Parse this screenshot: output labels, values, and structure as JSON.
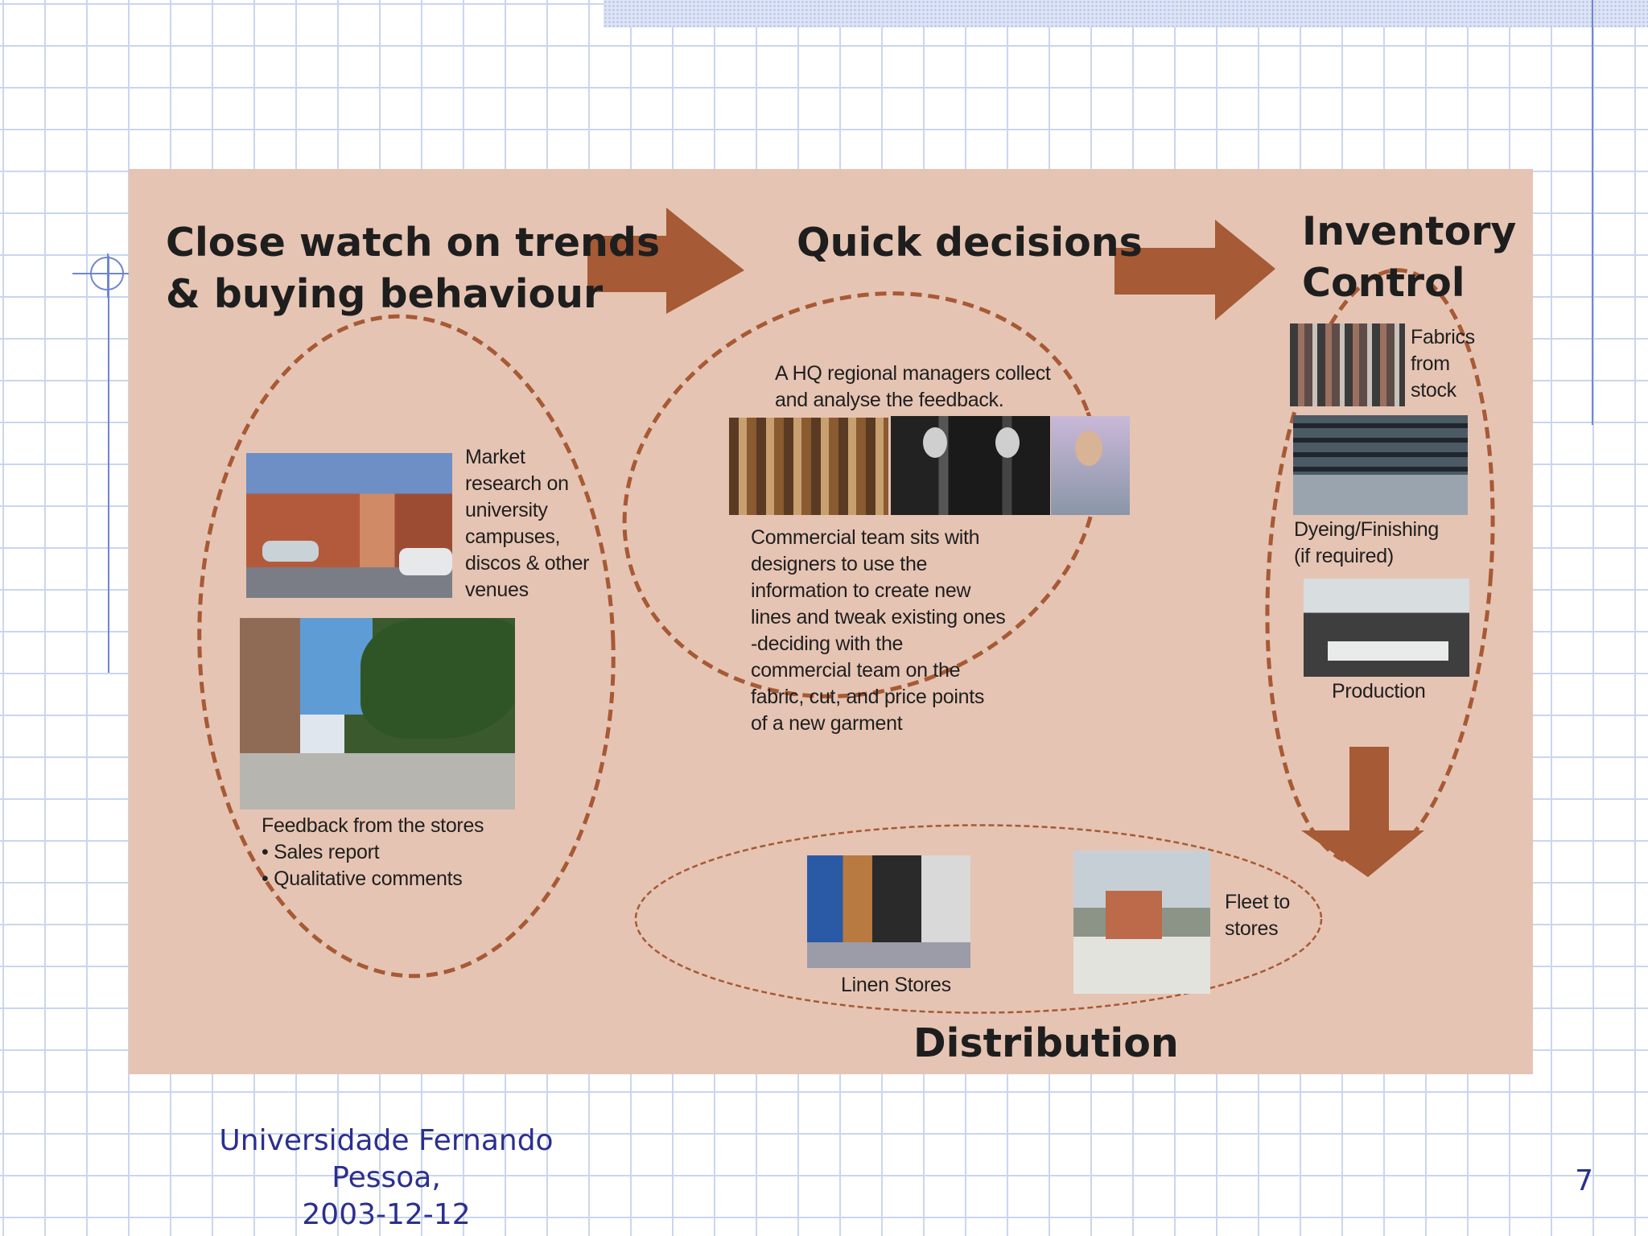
{
  "colors": {
    "panel_background": "#e6c4b3",
    "accent_brown": "#a65a35",
    "grid_line": "#c9d6f0",
    "footer_text": "#2b2f8f"
  },
  "diagram": {
    "headings": {
      "trends": "Close watch on trends\n& buying behaviour",
      "decisions": "Quick decisions",
      "inventory": "Inventory\nControl",
      "distribution": "Distribution"
    },
    "labels": {
      "market_research": "Market\nresearch on\nuniversity\ncampuses,\ndiscos & other\nvenues",
      "feedback_stores": "Feedback from the stores\n• Sales report\n• Qualitative comments",
      "hq_managers": "A HQ regional managers collect\nand analyse the feedback.",
      "commercial_team": "Commercial team sits with\ndesigners to use the\ninformation to create new\nlines and tweak existing ones\n-deciding with the\ncommercial team on the\nfabric, cut, and price points\nof a new garment",
      "fabrics_from_stock": "Fabrics\nfrom\nstock",
      "dyeing_finishing": "Dyeing/Finishing\n(if required)",
      "production": "Production",
      "linen_stores": "Linen Stores",
      "fleet_to_stores": "Fleet to\nstores"
    }
  },
  "footer": {
    "institution": "Universidade Fernando Pessoa,",
    "date": "2003-12-12",
    "page_number": "7"
  }
}
